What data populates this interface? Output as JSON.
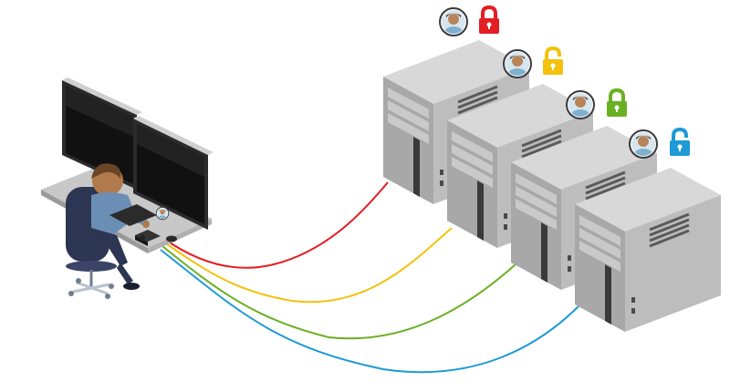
{
  "diagram": {
    "servers": [
      {
        "id": "server-1",
        "lock_color": "#e31e24",
        "lock_state": "locked",
        "cable_color": "#e31e24"
      },
      {
        "id": "server-2",
        "lock_color": "#f4c20d",
        "lock_state": "unlocked",
        "cable_color": "#f4c20d"
      },
      {
        "id": "server-3",
        "lock_color": "#6ab023",
        "lock_state": "locked",
        "cable_color": "#6ab023"
      },
      {
        "id": "server-4",
        "lock_color": "#1e9ad6",
        "lock_state": "unlocked",
        "cable_color": "#1e9ad6"
      }
    ],
    "icons": {
      "user": "user-avatar-icon",
      "lock": "padlock-icon",
      "server": "tower-server-icon",
      "workstation": "operator-workstation-icon",
      "switch": "kvm-switch-icon"
    }
  }
}
